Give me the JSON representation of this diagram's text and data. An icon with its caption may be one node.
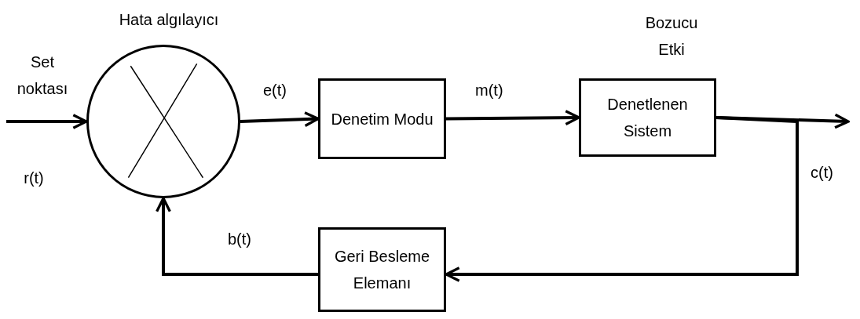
{
  "diagram": {
    "nodes": [
      {
        "text": [
          "Hata algılayıcı"
        ]
      },
      {
        "text": [
          "Denetim Modu"
        ]
      },
      {
        "text": [
          "Denetlenen Sistem"
        ]
      },
      {
        "text": [
          "Geri Besleme Elemanı"
        ]
      }
    ],
    "edges": [
      {
        "from": null,
        "to": 0,
        "arrow": "to"
      },
      {
        "from": 0,
        "to": 1,
        "arrow": "to",
        "label": "e(t)"
      },
      {
        "from": 1,
        "to": 2,
        "arrow": "to",
        "label": "m(t)"
      },
      {
        "from": 2,
        "to": null,
        "arrow": "to"
      },
      {
        "from": 2,
        "to": 3,
        "arrow": "to",
        "label": "c(t)"
      },
      {
        "from": 3,
        "to": 0,
        "arrow": "to",
        "label": "b(t)"
      }
    ],
    "labels": [
      "Set noktası",
      "r(t)",
      "Bozucu Etki"
    ]
  }
}
